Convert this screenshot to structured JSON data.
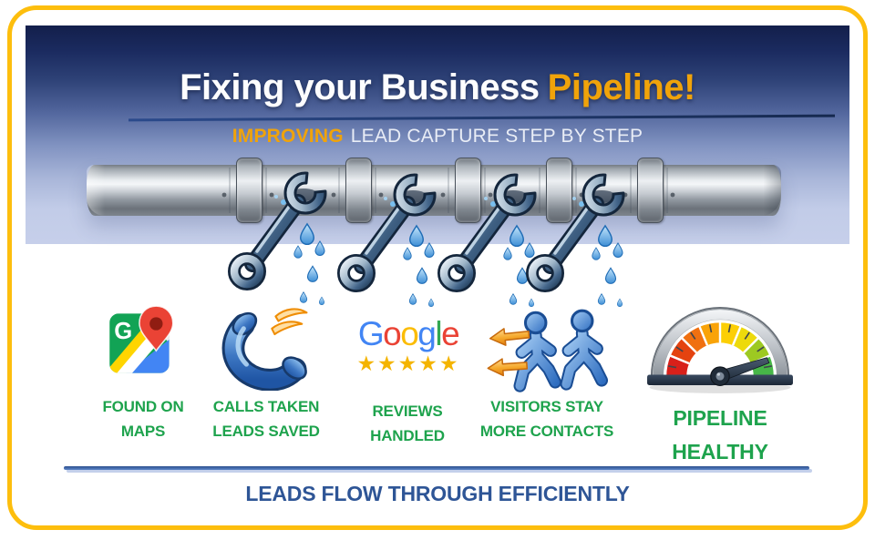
{
  "header": {
    "title_main": "Fixing your Business",
    "title_accent": "Pipeline!",
    "subtitle_accent": "IMPROVING",
    "subtitle_rest": "LEAD CAPTURE STEP BY STEP"
  },
  "stages": [
    {
      "id": "found-on-maps",
      "line1": "FOUND ON",
      "line2": "MAPS"
    },
    {
      "id": "calls-taken",
      "line1": "CALLS TAKEN",
      "line2": "LEADS SAVED"
    },
    {
      "id": "reviews-handled",
      "line1": "REVIEWS",
      "line2": "HANDLED"
    },
    {
      "id": "visitors-stay",
      "line1": "VISITORS STAY",
      "line2": "MORE CONTACTS"
    },
    {
      "id": "pipeline-healthy",
      "line1": "PIPELINE",
      "line2": "HEALTHY"
    }
  ],
  "maps_icon": {
    "letter": "G"
  },
  "google_logo": {
    "letters": [
      {
        "ch": "G",
        "style": "color:#4285F4"
      },
      {
        "ch": "o",
        "style": "color:#EA4335"
      },
      {
        "ch": "o",
        "style": "color:#FBBC05"
      },
      {
        "ch": "g",
        "style": "color:#4285F4"
      },
      {
        "ch": "l",
        "style": "color:#34A853"
      },
      {
        "ch": "e",
        "style": "color:#EA4335"
      }
    ],
    "stars": "★★★★★"
  },
  "footer": {
    "text": "LEADS FLOW THROUGH EFFICIENTLY"
  },
  "colors": {
    "border_gold": "#FDBE0D",
    "title_accent": "#F0A30A",
    "label_green": "#1EA34D",
    "footer_navy": "#2E5596",
    "star_gold": "#F4B400"
  }
}
